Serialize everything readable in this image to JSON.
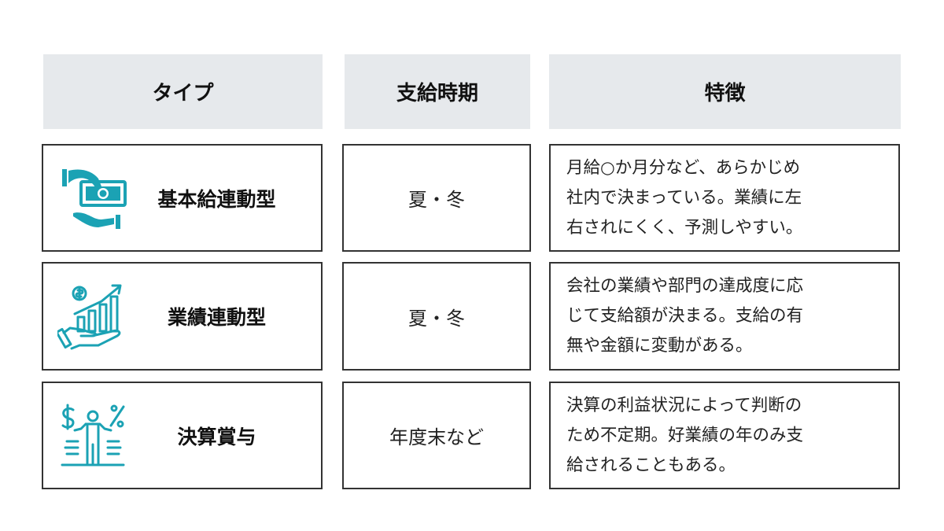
{
  "headers": [
    "タイプ",
    "支給時期",
    "特徴"
  ],
  "accent_color": "#1ba2b4",
  "header_bg": "#e6e9ec",
  "rows": [
    {
      "icon": "hand-giving-money-icon",
      "type": "基本給連動型",
      "timing": "夏・冬",
      "feature": "月給○か月分など、あらかじめ\n社内で決まっている。業績に左\n右されにくく、予測しやすい。"
    },
    {
      "icon": "hand-growth-chart-icon",
      "type": "業績連動型",
      "timing": "夏・冬",
      "feature": "会社の業績や部門の達成度に応\nじて支給額が決まる。支給の有\n無や金額に変動がある。"
    },
    {
      "icon": "person-dollar-percent-icon",
      "type": "決算賞与",
      "timing": "年度末など",
      "feature": "決算の利益状況によって判断の\nため不定期。好業績の年のみ支\n給されることもある。"
    }
  ]
}
